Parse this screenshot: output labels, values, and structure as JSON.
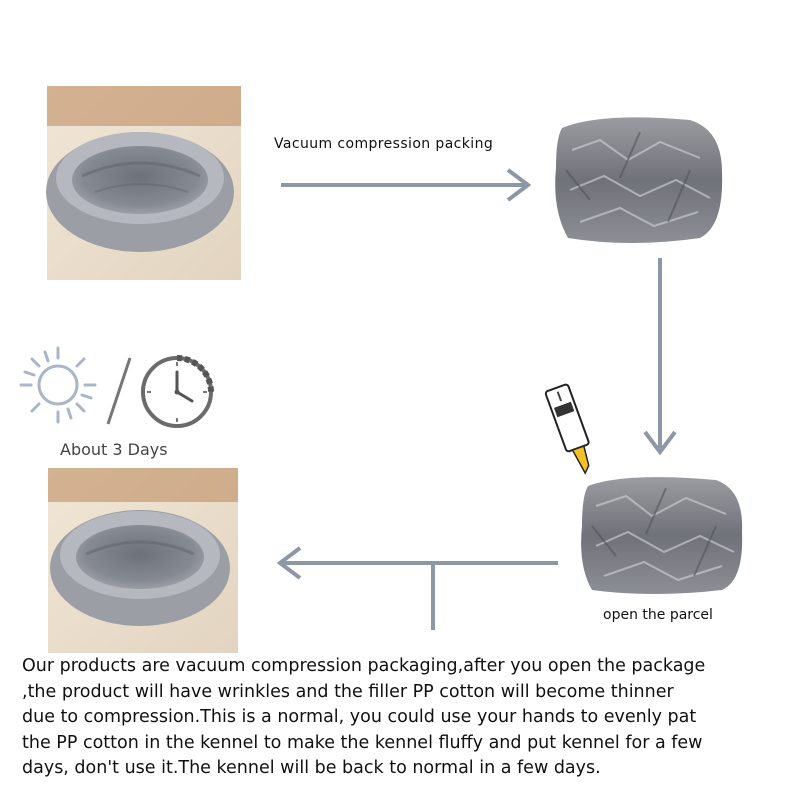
{
  "steps": {
    "vacuum_label": "Vacuum compression packing",
    "open_label": "open the parcel",
    "wait_label": "About 3 Days"
  },
  "caption": {
    "lines": [
      "Our products are vacuum compression packaging,after you open the package",
      ",the product will have wrinkles and the filler PP cotton will become thinner",
      "due to compression.This is a normal, you could use your hands to evenly pat",
      "the PP cotton in the kennel to make the kennel fluffy and put kennel for a few",
      "days, don't use it.The kennel will be back to normal in a few days."
    ]
  },
  "icons": [
    "pet-bed-photo",
    "compressed-pack-photo",
    "sun-icon",
    "clock-icon",
    "utility-knife-icon"
  ],
  "colors": {
    "arrow": "#8d97a6",
    "bed_gray": "#8a8e96",
    "pack_gray": "#7c7f86",
    "floor": "#e9dccb"
  }
}
